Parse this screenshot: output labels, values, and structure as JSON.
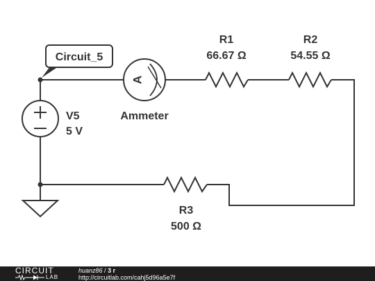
{
  "diagram": {
    "node_label": "Circuit_5",
    "source": {
      "name": "V5",
      "value": "5 V"
    },
    "ammeter": {
      "label": "Ammeter",
      "symbol": "A"
    },
    "resistors": [
      {
        "name": "R1",
        "value": "66.67 Ω"
      },
      {
        "name": "R2",
        "value": "54.55 Ω"
      },
      {
        "name": "R3",
        "value": "500 Ω"
      }
    ],
    "colors": {
      "line": "#333333",
      "background": "#ffffff",
      "footer": "#1e1e1e"
    }
  },
  "footer": {
    "logo_top": "CIRCUIT",
    "logo_bottom": "LAB",
    "user": "huanz86",
    "separator": " / ",
    "title": "3 r",
    "url": "http://circuitlab.com/cahj5d96a5e7f"
  }
}
